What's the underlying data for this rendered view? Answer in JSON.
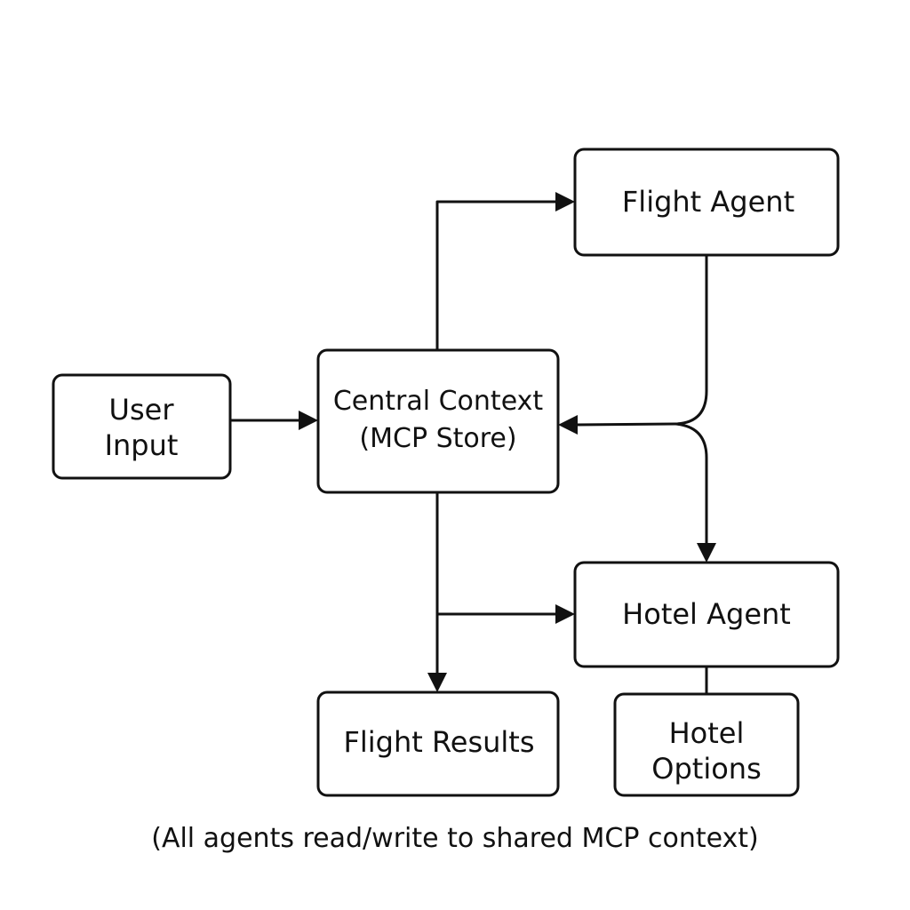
{
  "nodes": {
    "user_input": {
      "lines": [
        "User",
        "Input"
      ]
    },
    "central_context": {
      "lines": [
        "Central Context",
        "(MCP Store)"
      ]
    },
    "flight_agent": {
      "lines": [
        "Flight Agent"
      ]
    },
    "hotel_agent": {
      "lines": [
        "Hotel Agent"
      ]
    },
    "flight_results": {
      "lines": [
        "Flight Results"
      ]
    },
    "hotel_options": {
      "lines": [
        "Hotel",
        "Options"
      ]
    }
  },
  "edges": [
    {
      "from": "user_input",
      "to": "central_context",
      "arrow": true
    },
    {
      "from": "central_context",
      "to": "flight_agent",
      "arrow": true
    },
    {
      "from": "flight_agent",
      "to": "central_context",
      "arrow": true
    },
    {
      "from": "flight_agent",
      "to": "hotel_agent",
      "arrow": true
    },
    {
      "from": "central_context",
      "to": "hotel_agent",
      "arrow": true
    },
    {
      "from": "central_context",
      "to": "flight_results",
      "arrow": true
    },
    {
      "from": "hotel_agent",
      "to": "hotel_options",
      "arrow": false
    }
  ],
  "caption": "(All agents read/write to shared MCP context)"
}
